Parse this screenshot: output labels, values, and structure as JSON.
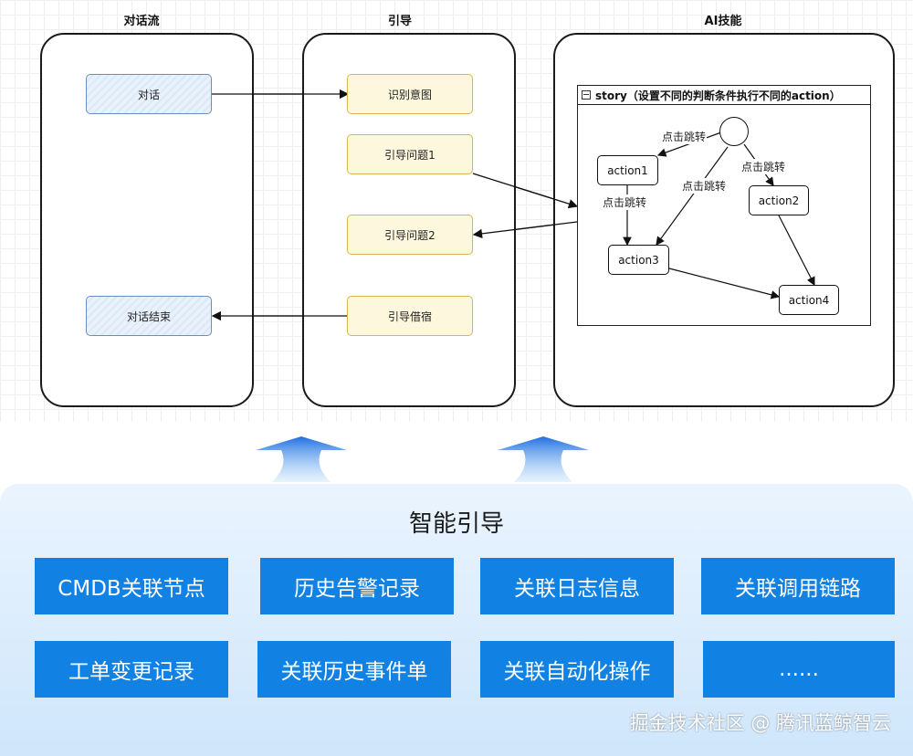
{
  "lanes": {
    "dialog": {
      "title": "对话流",
      "nodes": [
        "对话",
        "对话结束"
      ]
    },
    "guide": {
      "title": "引导",
      "nodes": [
        "识别意图",
        "引导问题1",
        "引导问题2",
        "引导借宿"
      ]
    },
    "ai": {
      "title": "AI技能"
    }
  },
  "story": {
    "title": "story（设置不同的判断条件执行不同的action）",
    "actions": [
      "action1",
      "action2",
      "action3",
      "action4"
    ],
    "edge_labels": [
      "点击跳转",
      "点击跳转",
      "点击跳转",
      "点击跳转"
    ]
  },
  "panel": {
    "title": "智能引导",
    "tiles": [
      "CMDB关联节点",
      "历史告警记录",
      "关联日志信息",
      "关联调用链路",
      "工单变更记录",
      "关联历史事件单",
      "关联自动化操作",
      "......"
    ],
    "watermark": "掘金技术社区 @ 腾讯蓝鲸智云"
  },
  "colors": {
    "tile_bg": "#1182e3",
    "panel_bg": "#dcedfc",
    "blue_node_border": "#6c8ebf",
    "yellow_node_border": "#d6b656"
  }
}
